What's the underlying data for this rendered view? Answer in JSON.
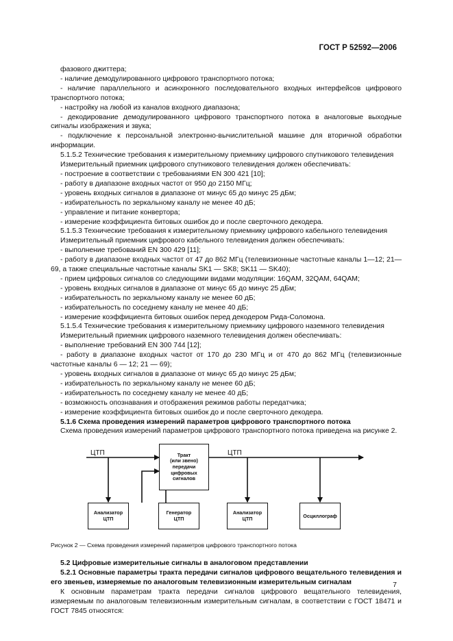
{
  "header": "ГОСТ Р 52592—2006",
  "page_number": "7",
  "lines": {
    "l01": "фазового джиттера;",
    "l02": "- наличие демодулированного цифрового транспортного потока;",
    "l03": "- наличие параллельного и асинхронного последовательного входных интерфейсов цифрового транспортного потока;",
    "l04": "- настройку на любой из каналов входного диапазона;",
    "l05": "- декодирование демодулированного цифрового транспортного потока в аналоговые выходные сигналы изображения и звука;",
    "l06": "- подключение к персональной электронно-вычислительной машине для вторичной обработки информации.",
    "l07": "5.1.5.2  Технические требования к измерительному приемнику цифрового спутникового телевидения",
    "l08": "Измерительный приемник цифрового спутникового телевидения должен обеспечивать:",
    "l09": "- построение в соответствии с требованиями EN 300 421  [10];",
    "l10": "- работу в диапазоне входных частот от 950 до 2150 МГц;",
    "l11": "- уровень входных сигналов в диапазоне от минус 65 до минус 25 дБм;",
    "l12": "- избирательность по зеркальному каналу не менее 40 дБ;",
    "l13": "- управление и питание конвертора;",
    "l14": "- измерение коэффициента битовых ошибок до и после сверточного декодера.",
    "l15": "5.1.5.3  Технические требования к измерительному приемнику цифрового кабельного телевидения",
    "l16": "Измерительный приемник цифрового кабельного телевидения должен обеспечивать:",
    "l17": "- выполнение требований EN 300 429 [11];",
    "l18": "- работу в диапазоне входных частот от 47 до 862 МГц (телевизионные частотные каналы 1—12; 21—69, а также специальные частотные каналы SK1 — SK8; SK11 — SK40);",
    "l19": "- прием цифровых сигналов со следующими видами модуляции: 16QAM, 32QAM, 64QAM;",
    "l20": "- уровень входных сигналов в диапазоне от минус 65 до минус 25 дБм;",
    "l21": "- избирательность по зеркальному каналу не менее 60 дБ;",
    "l22": "- избирательность по соседнему каналу не менее 40 дБ;",
    "l23": "- измерение коэффициента битовых ошибок перед декодером Рида-Соломона.",
    "l24": "5.1.5.4  Технические требования к измерительному приемнику цифрового наземного телевидения",
    "l25": "Измерительный приемник цифрового наземного телевидения должен обеспечивать:",
    "l26": "- выполнение требований EN 300 744  [12];",
    "l27": "- работу в диапазоне входных частот от 170 до 230 МГц и от 470 до 862 МГц (телевизионные частотные каналы 6 — 12; 21 — 69);",
    "l28": "- уровень входных сигналов в диапазоне от минус 65 до минус 25 дБм;",
    "l29": "- избирательность по зеркальному каналу не менее 60 дБ;",
    "l30": "- избирательность по соседнему каналу не менее 40 дБ;",
    "l31": "- возможность опознавания и отображения режимов работы передатчика;",
    "l32": "- измерение коэффициента битовых ошибок до и после сверточного декодера.",
    "l33": "5.1.6  Схема проведения измерений параметров цифрового транспортного потока",
    "l34": "Схема проведения измерений параметров цифрового транспортного потока приведена на рисунке 2.",
    "l35": "5.2  Цифровые измерительные сигналы в аналоговом представлении",
    "l36": "5.2.1  Основные параметры тракта передачи сигналов цифрового вещательного телевидения и его звеньев, измеряемые по аналоговым телевизионным измерительным сигналам",
    "l37": "К основным параметрам тракта передачи сигналов цифрового вещательного телевидения, измеряемым по аналоговым телевизионным измерительным сигналам, в соответствии с ГОСТ 18471 и ГОСТ 7845  относятся:"
  },
  "figure": {
    "caption": "Рисунок 2 — Схема проведения измерений параметров цифрового транспортного потока",
    "label_left": "ЦТП",
    "label_right": "ЦТП",
    "tract": [
      "Тракт",
      "(или звено)",
      "передачи",
      "цифровых",
      "сигналов"
    ],
    "analyzer1": [
      "Анализатор",
      "ЦТП"
    ],
    "generator": [
      "Генератор",
      "ЦТП"
    ],
    "analyzer2": [
      "Анализатор",
      "ЦТП"
    ],
    "oscilloscope": [
      "Осциллограф"
    ]
  }
}
